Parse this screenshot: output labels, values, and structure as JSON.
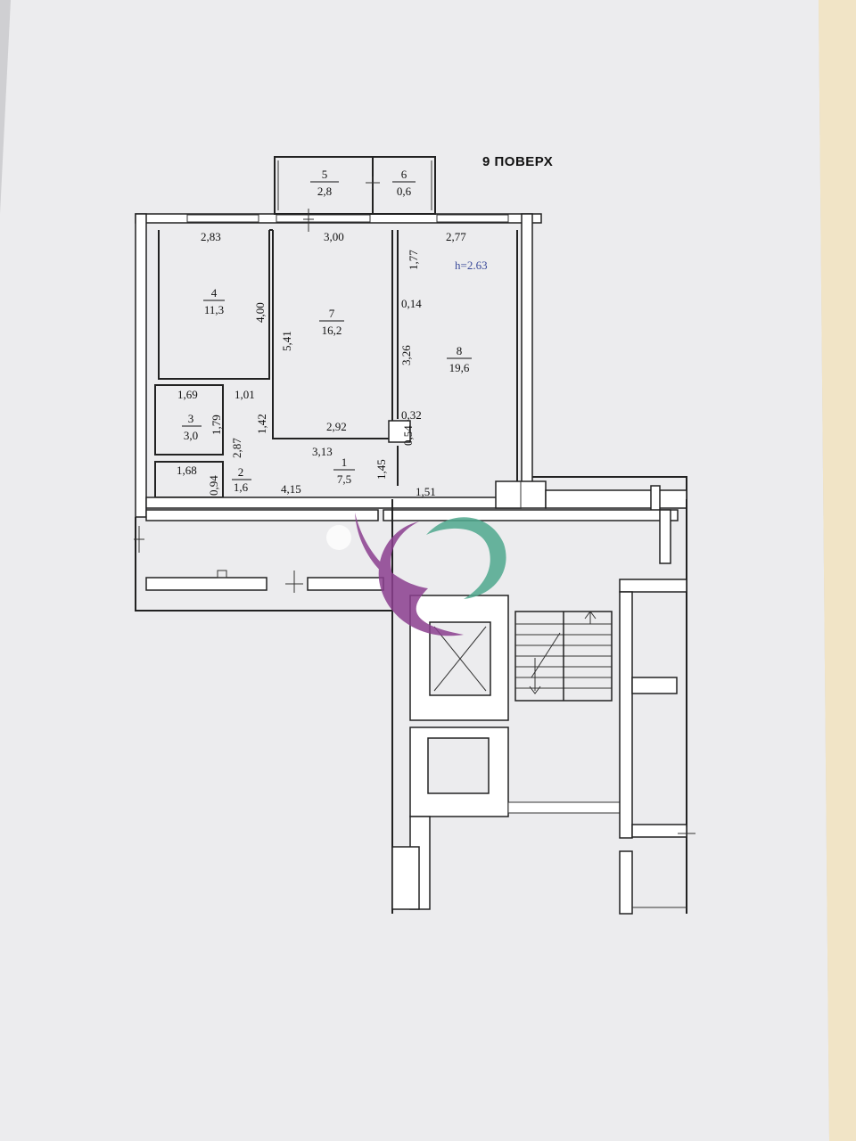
{
  "floor_title": "9 ПОВЕРХ",
  "ceiling_height": "h=2.63",
  "colors": {
    "paper": "#ececee",
    "paper_edge": "#f3e6c9",
    "background": "#c9c9cc",
    "lines": "#222222",
    "height_label": "#3a4a9a",
    "logo_purple": "#8b3f8f",
    "logo_teal": "#4fa98e"
  },
  "rooms": [
    {
      "number": "1",
      "area": "7,5"
    },
    {
      "number": "2",
      "area": "1,6"
    },
    {
      "number": "3",
      "area": "3,0"
    },
    {
      "number": "4",
      "area": "11,3"
    },
    {
      "number": "5",
      "area": "2,8"
    },
    {
      "number": "6",
      "area": "0,6"
    },
    {
      "number": "7",
      "area": "16,2"
    },
    {
      "number": "8",
      "area": "19,6"
    }
  ],
  "dimensions": {
    "d_2_83": "2,83",
    "d_3_00": "3,00",
    "d_2_77": "2,77",
    "d_1_77": "1,77",
    "d_0_14": "0,14",
    "d_3_26": "3,26",
    "d_4_00": "4,00",
    "d_5_41": "5,41",
    "d_1_69": "1,69",
    "d_1_01": "1,01",
    "d_1_79": "1,79",
    "d_1_42": "1,42",
    "d_2_92": "2,92",
    "d_0_32": "0,32",
    "d_0_54": "0,54",
    "d_2_87": "2,87",
    "d_3_13": "3,13",
    "d_1_68": "1,68",
    "d_0_94": "0,94",
    "d_4_15": "4,15",
    "d_1_45": "1,45",
    "d_1_51": "1,51"
  },
  "watermark_logo": "swirl-logo"
}
